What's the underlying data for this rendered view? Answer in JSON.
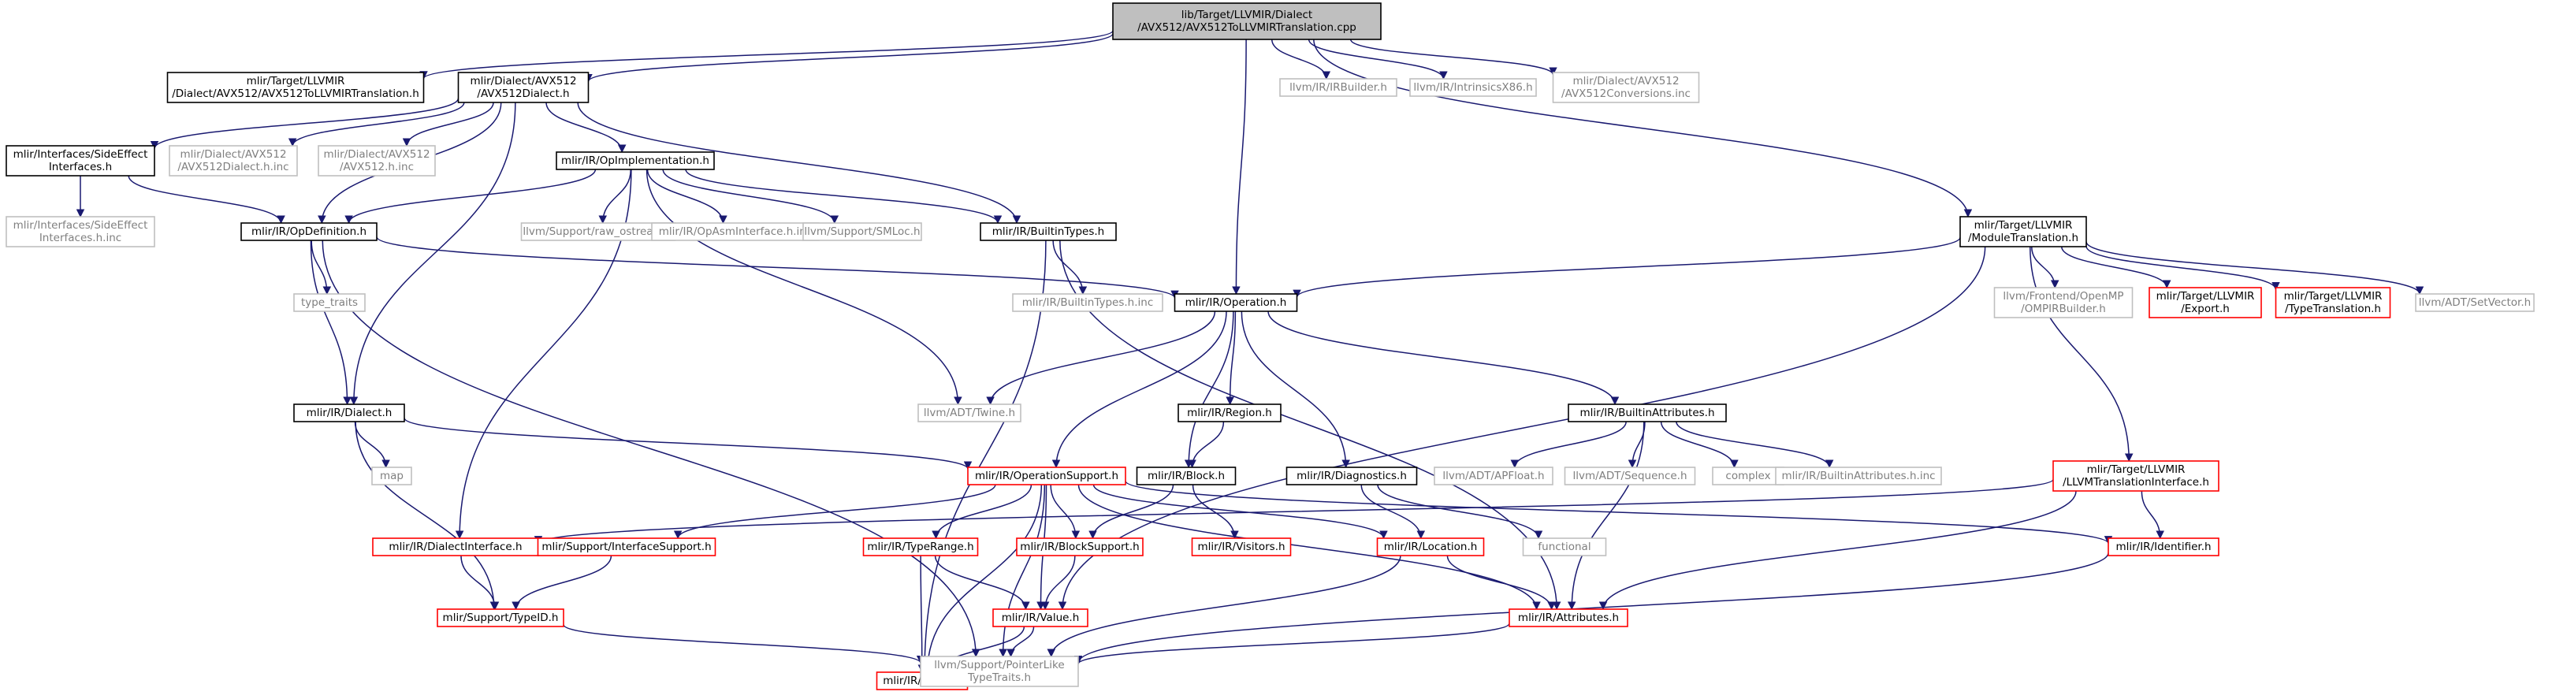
{
  "colors": {
    "edge": "#191970",
    "border_normal": "#000000",
    "border_external": "#bfbfbf",
    "border_truncated": "#ff0000",
    "fill_root": "#bfbfbf",
    "fill_default": "#ffffff",
    "text_normal": "#000000",
    "text_external": "#7f7f7f"
  },
  "nodes": [
    {
      "id": "root",
      "kind": "root",
      "lines": [
        "lib/Target/LLVMIR/Dialect",
        "/AVX512/AVX512ToLLVMIRTranslation.cpp"
      ]
    },
    {
      "id": "avx512tollvmir",
      "kind": "normal",
      "lines": [
        "mlir/Target/LLVMIR",
        "/Dialect/AVX512/AVX512ToLLVMIRTranslation.h"
      ]
    },
    {
      "id": "avx512dialect",
      "kind": "normal",
      "lines": [
        "mlir/Dialect/AVX512",
        "/AVX512Dialect.h"
      ]
    },
    {
      "id": "irbuilder",
      "kind": "external",
      "lines": [
        "llvm/IR/IRBuilder.h"
      ]
    },
    {
      "id": "intrinsicsx86",
      "kind": "external",
      "lines": [
        "llvm/IR/IntrinsicsX86.h"
      ]
    },
    {
      "id": "avx512conversions",
      "kind": "external",
      "lines": [
        "mlir/Dialect/AVX512",
        "/AVX512Conversions.inc"
      ]
    },
    {
      "id": "sideeffect",
      "kind": "normal",
      "lines": [
        "mlir/Interfaces/SideEffect",
        "Interfaces.h"
      ]
    },
    {
      "id": "avx512dialect_inc",
      "kind": "external",
      "lines": [
        "mlir/Dialect/AVX512",
        "/AVX512Dialect.h.inc"
      ]
    },
    {
      "id": "avx512_inc",
      "kind": "external",
      "lines": [
        "mlir/Dialect/AVX512",
        "/AVX512.h.inc"
      ]
    },
    {
      "id": "opimplementation",
      "kind": "normal",
      "lines": [
        "mlir/IR/OpImplementation.h"
      ]
    },
    {
      "id": "sideeffect_inc",
      "kind": "external",
      "lines": [
        "mlir/Interfaces/SideEffect",
        "Interfaces.h.inc"
      ]
    },
    {
      "id": "opdefinition",
      "kind": "normal",
      "lines": [
        "mlir/IR/OpDefinition.h"
      ]
    },
    {
      "id": "raw_ostream",
      "kind": "external",
      "lines": [
        "llvm/Support/raw_ostream.h"
      ]
    },
    {
      "id": "opasminterface",
      "kind": "external",
      "lines": [
        "mlir/IR/OpAsmInterface.h.inc"
      ]
    },
    {
      "id": "smloc",
      "kind": "external",
      "lines": [
        "llvm/Support/SMLoc.h"
      ]
    },
    {
      "id": "builtintypes",
      "kind": "normal",
      "lines": [
        "mlir/IR/BuiltinTypes.h"
      ]
    },
    {
      "id": "moduletranslation",
      "kind": "normal",
      "lines": [
        "mlir/Target/LLVMIR",
        "/ModuleTranslation.h"
      ]
    },
    {
      "id": "type_traits",
      "kind": "external",
      "lines": [
        "type_traits"
      ]
    },
    {
      "id": "builtintypes_inc",
      "kind": "external",
      "lines": [
        "mlir/IR/BuiltinTypes.h.inc"
      ]
    },
    {
      "id": "operation",
      "kind": "normal",
      "lines": [
        "mlir/IR/Operation.h"
      ]
    },
    {
      "id": "ompirbuilder",
      "kind": "external",
      "lines": [
        "llvm/Frontend/OpenMP",
        "/OMPIRBuilder.h"
      ]
    },
    {
      "id": "export",
      "kind": "truncated",
      "lines": [
        "mlir/Target/LLVMIR",
        "/Export.h"
      ]
    },
    {
      "id": "typetranslation",
      "kind": "truncated",
      "lines": [
        "mlir/Target/LLVMIR",
        "/TypeTranslation.h"
      ]
    },
    {
      "id": "setvector",
      "kind": "external",
      "lines": [
        "llvm/ADT/SetVector.h"
      ]
    },
    {
      "id": "dialect",
      "kind": "normal",
      "lines": [
        "mlir/IR/Dialect.h"
      ]
    },
    {
      "id": "twine",
      "kind": "external",
      "lines": [
        "llvm/ADT/Twine.h"
      ]
    },
    {
      "id": "region",
      "kind": "normal",
      "lines": [
        "mlir/IR/Region.h"
      ]
    },
    {
      "id": "builtinattributes",
      "kind": "normal",
      "lines": [
        "mlir/IR/BuiltinAttributes.h"
      ]
    },
    {
      "id": "map",
      "kind": "external",
      "lines": [
        "map"
      ]
    },
    {
      "id": "operationsupport",
      "kind": "truncated",
      "lines": [
        "mlir/IR/OperationSupport.h"
      ]
    },
    {
      "id": "block",
      "kind": "normal",
      "lines": [
        "mlir/IR/Block.h"
      ]
    },
    {
      "id": "diagnostics",
      "kind": "normal",
      "lines": [
        "mlir/IR/Diagnostics.h"
      ]
    },
    {
      "id": "apfloat",
      "kind": "external",
      "lines": [
        "llvm/ADT/APFloat.h"
      ]
    },
    {
      "id": "sequence",
      "kind": "external",
      "lines": [
        "llvm/ADT/Sequence.h"
      ]
    },
    {
      "id": "complex",
      "kind": "external",
      "lines": [
        "complex"
      ]
    },
    {
      "id": "builtinattributes_inc",
      "kind": "external",
      "lines": [
        "mlir/IR/BuiltinAttributes.h.inc"
      ]
    },
    {
      "id": "llvmtranslationinterface",
      "kind": "truncated",
      "lines": [
        "mlir/Target/LLVMIR",
        "/LLVMTranslationInterface.h"
      ]
    },
    {
      "id": "dialectinterface",
      "kind": "truncated",
      "lines": [
        "mlir/IR/DialectInterface.h"
      ]
    },
    {
      "id": "interfacesupport",
      "kind": "truncated",
      "lines": [
        "mlir/Support/InterfaceSupport.h"
      ]
    },
    {
      "id": "typerange",
      "kind": "truncated",
      "lines": [
        "mlir/IR/TypeRange.h"
      ]
    },
    {
      "id": "blocksupport",
      "kind": "truncated",
      "lines": [
        "mlir/IR/BlockSupport.h"
      ]
    },
    {
      "id": "visitors",
      "kind": "truncated",
      "lines": [
        "mlir/IR/Visitors.h"
      ]
    },
    {
      "id": "location",
      "kind": "truncated",
      "lines": [
        "mlir/IR/Location.h"
      ]
    },
    {
      "id": "functional",
      "kind": "external",
      "lines": [
        "functional"
      ]
    },
    {
      "id": "identifier",
      "kind": "truncated",
      "lines": [
        "mlir/IR/Identifier.h"
      ]
    },
    {
      "id": "typeid",
      "kind": "truncated",
      "lines": [
        "mlir/Support/TypeID.h"
      ]
    },
    {
      "id": "value",
      "kind": "truncated",
      "lines": [
        "mlir/IR/Value.h"
      ]
    },
    {
      "id": "attributes",
      "kind": "truncated",
      "lines": [
        "mlir/IR/Attributes.h"
      ]
    },
    {
      "id": "types",
      "kind": "truncated",
      "lines": [
        "mlir/IR/Types.h"
      ]
    },
    {
      "id": "pointerlike",
      "kind": "external",
      "lines": [
        "llvm/Support/PointerLike",
        "TypeTraits.h"
      ]
    }
  ],
  "edges": [
    [
      "root",
      "avx512tollvmir"
    ],
    [
      "root",
      "avx512dialect"
    ],
    [
      "root",
      "irbuilder"
    ],
    [
      "root",
      "intrinsicsx86"
    ],
    [
      "root",
      "avx512conversions"
    ],
    [
      "root",
      "moduletranslation"
    ],
    [
      "root",
      "operation"
    ],
    [
      "avx512dialect",
      "sideeffect"
    ],
    [
      "avx512dialect",
      "avx512dialect_inc"
    ],
    [
      "avx512dialect",
      "avx512_inc"
    ],
    [
      "avx512dialect",
      "opimplementation"
    ],
    [
      "avx512dialect",
      "opdefinition"
    ],
    [
      "avx512dialect",
      "dialect"
    ],
    [
      "avx512dialect",
      "builtintypes"
    ],
    [
      "sideeffect",
      "sideeffect_inc"
    ],
    [
      "sideeffect",
      "opdefinition"
    ],
    [
      "opimplementation",
      "opdefinition"
    ],
    [
      "opimplementation",
      "raw_ostream"
    ],
    [
      "opimplementation",
      "opasminterface"
    ],
    [
      "opimplementation",
      "smloc"
    ],
    [
      "opimplementation",
      "builtintypes"
    ],
    [
      "opimplementation",
      "twine"
    ],
    [
      "opimplementation",
      "dialectinterface"
    ],
    [
      "opdefinition",
      "type_traits"
    ],
    [
      "opdefinition",
      "dialect"
    ],
    [
      "opdefinition",
      "operation"
    ],
    [
      "opdefinition",
      "pointerlike"
    ],
    [
      "builtintypes",
      "builtintypes_inc"
    ],
    [
      "builtintypes",
      "types"
    ],
    [
      "builtintypes",
      "attributes"
    ],
    [
      "moduletranslation",
      "operation"
    ],
    [
      "moduletranslation",
      "ompirbuilder"
    ],
    [
      "moduletranslation",
      "export"
    ],
    [
      "moduletranslation",
      "typetranslation"
    ],
    [
      "moduletranslation",
      "setvector"
    ],
    [
      "moduletranslation",
      "llvmtranslationinterface"
    ],
    [
      "moduletranslation",
      "value"
    ],
    [
      "operation",
      "twine"
    ],
    [
      "operation",
      "region"
    ],
    [
      "operation",
      "builtinattributes"
    ],
    [
      "operation",
      "operationsupport"
    ],
    [
      "operation",
      "block"
    ],
    [
      "operation",
      "diagnostics"
    ],
    [
      "dialect",
      "map"
    ],
    [
      "dialect",
      "operationsupport"
    ],
    [
      "dialect",
      "typeid"
    ],
    [
      "region",
      "block"
    ],
    [
      "builtinattributes",
      "apfloat"
    ],
    [
      "builtinattributes",
      "sequence"
    ],
    [
      "builtinattributes",
      "complex"
    ],
    [
      "builtinattributes",
      "builtinattributes_inc"
    ],
    [
      "builtinattributes",
      "attributes"
    ],
    [
      "operationsupport",
      "interfacesupport"
    ],
    [
      "operationsupport",
      "typerange"
    ],
    [
      "operationsupport",
      "blocksupport"
    ],
    [
      "operationsupport",
      "location"
    ],
    [
      "operationsupport",
      "value"
    ],
    [
      "operationsupport",
      "types"
    ],
    [
      "operationsupport",
      "attributes"
    ],
    [
      "operationsupport",
      "identifier"
    ],
    [
      "operationsupport",
      "pointerlike"
    ],
    [
      "block",
      "blocksupport"
    ],
    [
      "block",
      "visitors"
    ],
    [
      "diagnostics",
      "location"
    ],
    [
      "diagnostics",
      "functional"
    ],
    [
      "llvmtranslationinterface",
      "dialectinterface"
    ],
    [
      "llvmtranslationinterface",
      "identifier"
    ],
    [
      "llvmtranslationinterface",
      "attributes"
    ],
    [
      "dialectinterface",
      "typeid"
    ],
    [
      "interfacesupport",
      "typeid"
    ],
    [
      "typerange",
      "value"
    ],
    [
      "typerange",
      "types"
    ],
    [
      "blocksupport",
      "value"
    ],
    [
      "location",
      "attributes"
    ],
    [
      "location",
      "pointerlike"
    ],
    [
      "identifier",
      "pointerlike"
    ],
    [
      "typeid",
      "pointerlike"
    ],
    [
      "value",
      "types"
    ],
    [
      "value",
      "pointerlike"
    ],
    [
      "attributes",
      "pointerlike"
    ],
    [
      "types",
      "pointerlike"
    ]
  ]
}
